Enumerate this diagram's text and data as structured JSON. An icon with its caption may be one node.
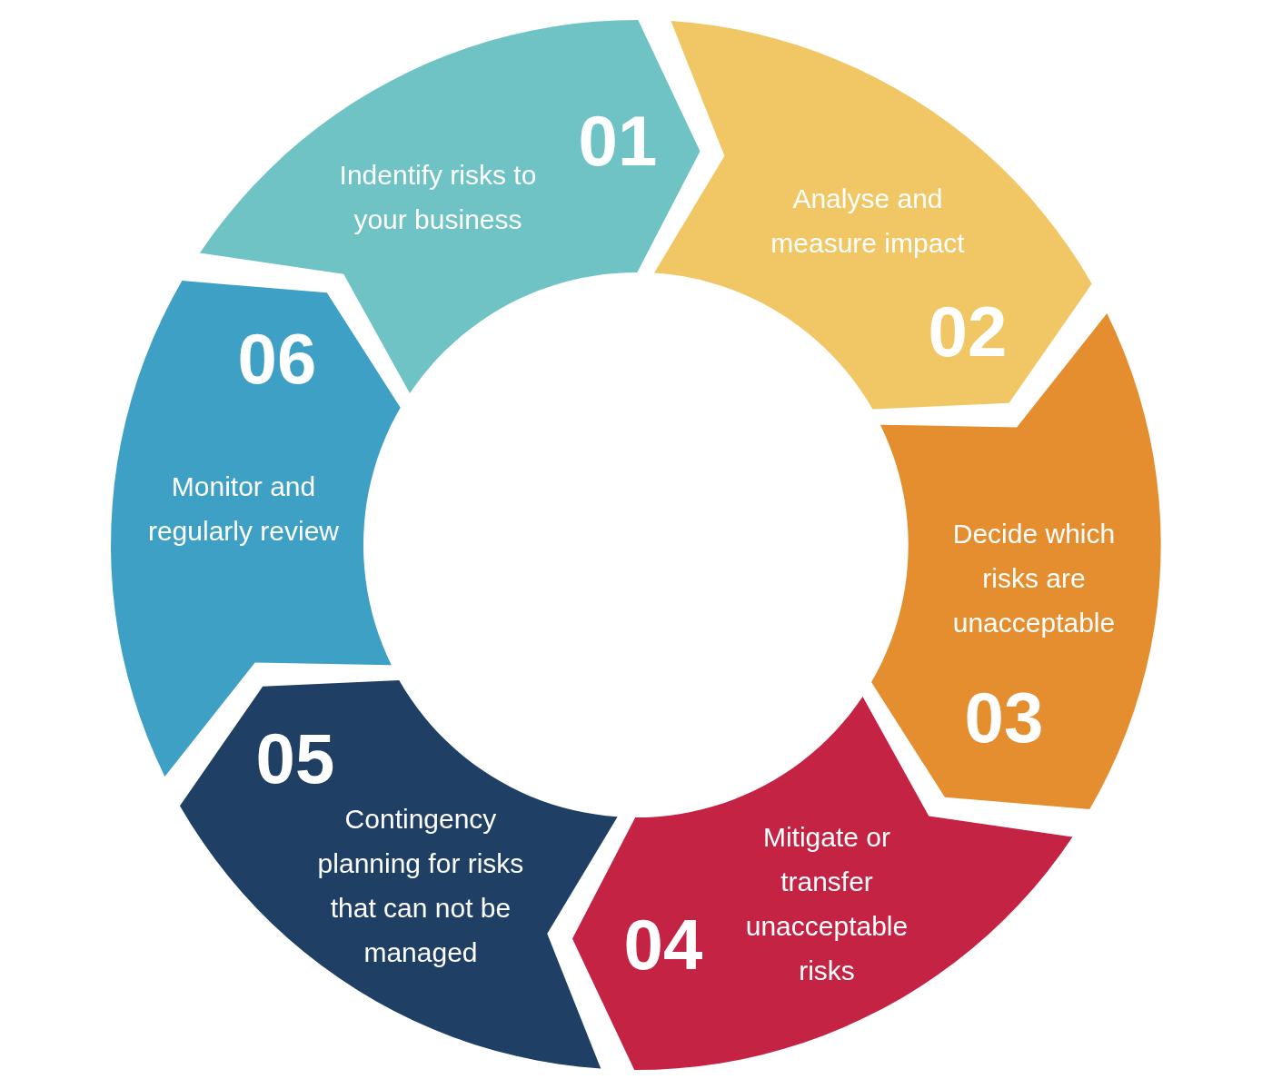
{
  "diagram": {
    "nodes": [
      {
        "text": [
          "01",
          "Indentify risks to your business"
        ]
      },
      {
        "text": [
          "Analyse and measure impact",
          "02"
        ]
      },
      {
        "text": [
          "Decide which risks are unacceptable",
          "03"
        ]
      },
      {
        "text": [
          "04",
          "Mitigate or transfer unacceptable risks"
        ]
      },
      {
        "text": [
          "05",
          "Contingency planning for risks that can not be managed"
        ]
      },
      {
        "text": [
          "06",
          "Monitor and regularly review"
        ]
      }
    ]
  }
}
